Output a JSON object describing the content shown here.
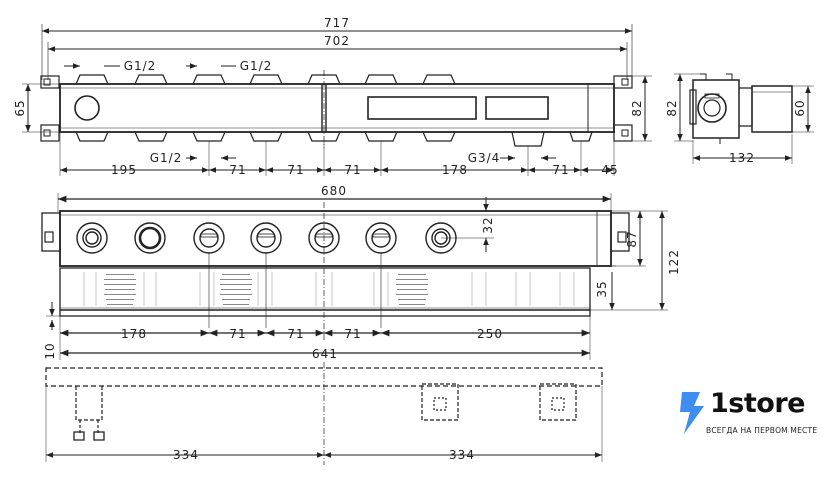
{
  "top_view": {
    "dims": {
      "overall": "717",
      "inner": "702",
      "left_height": "65",
      "right_height": "82",
      "thread_top_a": "G1/2",
      "thread_top_b": "G1/2",
      "thread_bottom": "G1/2",
      "thread_outlet": "G3/4",
      "offset_left": "195",
      "pitch_1": "71",
      "pitch_2": "71",
      "pitch_3": "71",
      "offset_mid": "178",
      "pitch_4": "71",
      "offset_right": "45"
    }
  },
  "side_view": {
    "dims": {
      "height_left": "82",
      "height_right": "60",
      "depth": "132"
    }
  },
  "front_view": {
    "dims": {
      "width": "680",
      "valve_offset": "32",
      "height_body": "87",
      "height_total": "122",
      "plate": "35",
      "spacing_1": "178",
      "spacing_2": "71",
      "spacing_3": "71",
      "spacing_4": "71",
      "spacing_5": "250",
      "bottom_offset": "10",
      "plate_width": "641"
    }
  },
  "bottom_view": {
    "dims": {
      "half_left": "334",
      "half_right": "334"
    }
  },
  "brand": {
    "name": "1store",
    "tagline": "ВСЕГДА НА ПЕРВОМ МЕСТЕ",
    "bolt_color": "#3d8ef0"
  }
}
